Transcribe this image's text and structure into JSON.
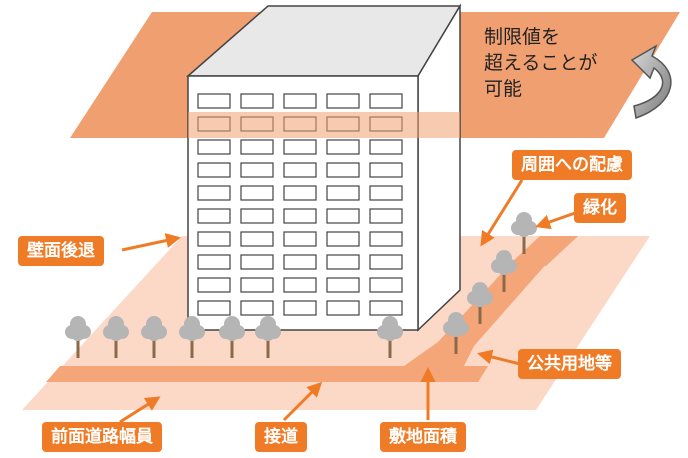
{
  "labels": {
    "exceed_line1": "制限値を",
    "exceed_line2": "超えることが",
    "exceed_line3": "可能",
    "surroundings": "周囲への配慮",
    "greening": "緑化",
    "wall_setback": "壁面後退",
    "public_use": "公共用地等",
    "road_width": "前面道路幅員",
    "road_access": "接道",
    "site_area": "敷地面積"
  },
  "colors": {
    "accent": "#f07b26",
    "limit_plane": "#f0a070",
    "site_fill": "#fbd9c6",
    "path_fill": "#f5a678",
    "building_front": "#ffffff",
    "building_top": "#e8e8e8",
    "building_side": "#ffffff",
    "tree": "#b5b5b5",
    "trunk": "#8a6a4a",
    "curl_arrow": "#8c8c8c"
  }
}
